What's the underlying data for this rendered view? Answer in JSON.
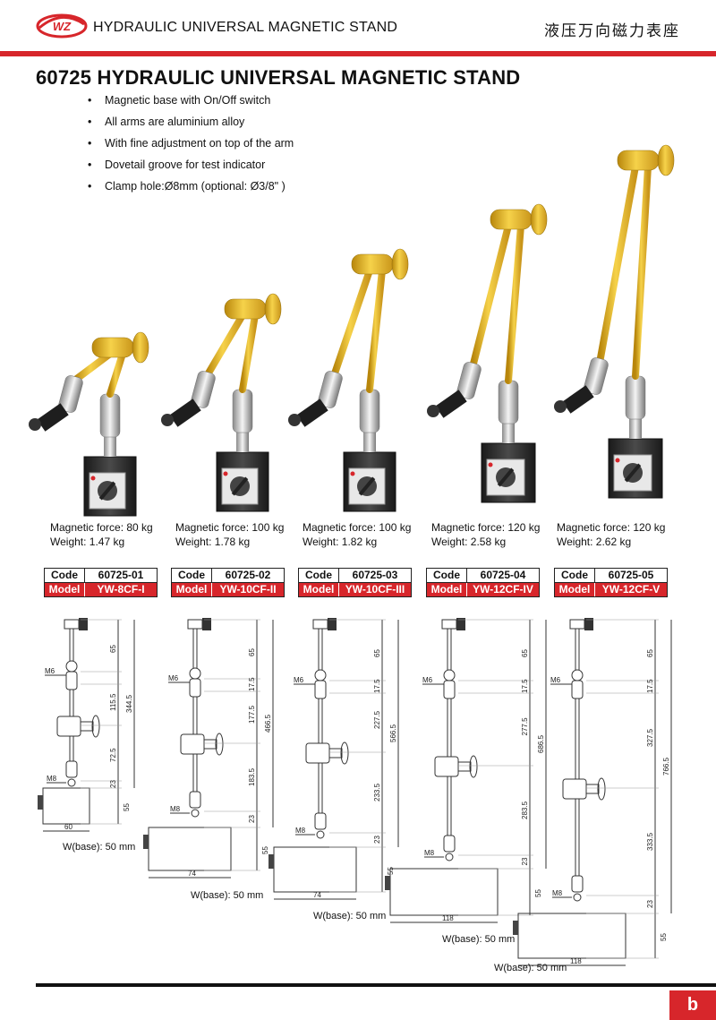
{
  "header": {
    "logo_text": "WZ",
    "title": "HYDRAULIC UNIVERSAL  MAGNETIC STAND",
    "title_cn": "液压万向磁力表座"
  },
  "page_title": "60725  HYDRAULIC UNIVERSAL MAGNETIC STAND",
  "features": [
    "Magnetic base with On/Off switch",
    "All arms are aluminium alloy",
    "With fine adjustment on top of the arm",
    "Dovetail groove for test indicator",
    "Clamp hole:Ø8mm (optional: Ø3/8\" )"
  ],
  "table_labels": {
    "code": "Code",
    "model": "Model"
  },
  "products": [
    {
      "force": "Magnetic force: 80 kg",
      "weight": "Weight: 1.47 kg",
      "code": "60725-01",
      "model": "YW-8CF-I"
    },
    {
      "force": "Magnetic force: 100 kg",
      "weight": "Weight: 1.78 kg",
      "code": "60725-02",
      "model": "YW-10CF-II"
    },
    {
      "force": "Magnetic force: 100 kg",
      "weight": "Weight: 1.82 kg",
      "code": "60725-03",
      "model": "YW-10CF-III"
    },
    {
      "force": "Magnetic force: 120 kg",
      "weight": "Weight: 2.58 kg",
      "code": "60725-04",
      "model": "YW-12CF-IV"
    },
    {
      "force": "Magnetic force: 120 kg",
      "weight": "Weight: 2.62 kg",
      "code": "60725-05",
      "model": "YW-12CF-V"
    }
  ],
  "drawings": [
    {
      "wbase": "W(base): 50 mm",
      "labels": {
        "m6": "M6",
        "m8": "M8",
        "base_width": "60",
        "top": "65",
        "upper": "115.5",
        "lower": "72.5",
        "arm_low": "23",
        "base_h": "55",
        "total": "344.5"
      }
    },
    {
      "wbase": "W(base): 50 mm",
      "labels": {
        "m6": "M6",
        "m8": "M8",
        "base_width": "74",
        "top": "65",
        "joint": "17.5",
        "upper": "177.5",
        "lower": "183.5",
        "arm_low": "23",
        "base_h": "55",
        "total": "466.5"
      }
    },
    {
      "wbase": "W(base): 50 mm",
      "labels": {
        "m6": "M6",
        "m8": "M8",
        "base_width": "74",
        "top": "65",
        "joint": "17.5",
        "upper": "227.5",
        "lower": "233.5",
        "arm_low": "23",
        "base_h": "55",
        "total": "566.5"
      }
    },
    {
      "wbase": "W(base): 50 mm",
      "labels": {
        "m6": "M6",
        "m8": "M8",
        "base_width": "118",
        "top": "65",
        "joint": "17.5",
        "upper": "277.5",
        "lower": "283.5",
        "arm_low": "23",
        "base_h": "55",
        "total": "686.5"
      }
    },
    {
      "wbase": "W(base): 50 mm",
      "labels": {
        "m6": "M6",
        "m8": "M8",
        "base_width": "118",
        "top": "65",
        "joint": "17.5",
        "upper": "327.5",
        "lower": "333.5",
        "arm_low": "23",
        "base_h": "55",
        "total": "766.5"
      }
    }
  ],
  "page_letter": "b",
  "colors": {
    "accent_red": "#d7262b",
    "gold": "#e0b21e",
    "base_dark": "#2a2a2a"
  },
  "icons": [
    "company-logo-icon",
    "magnetic-stand-photo",
    "technical-drawing"
  ]
}
